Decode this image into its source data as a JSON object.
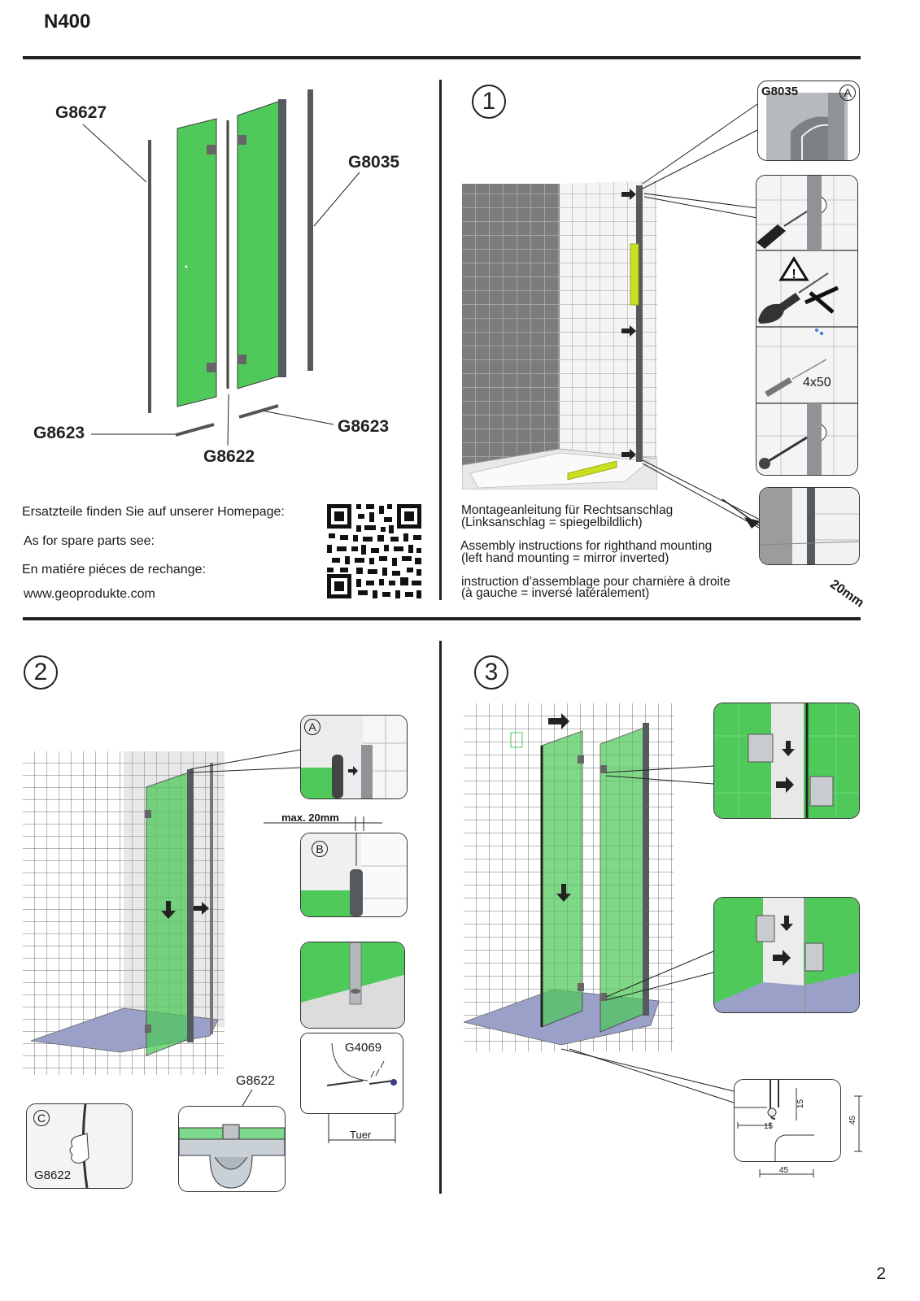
{
  "header": {
    "model": "N400"
  },
  "parts": {
    "g8627": "G8627",
    "g8035": "G8035",
    "g8623_left": "G8623",
    "g8623_right": "G8623",
    "g8622": "G8622"
  },
  "spare": {
    "de": "Ersatzteile finden Sie auf unserer Homepage:",
    "en": "As for spare parts see:",
    "fr": "En matiére piéces de rechange:",
    "url": "www.geoprodukte.com"
  },
  "step1": {
    "number": "1",
    "detail_a_part": "G8035",
    "detail_a_letter": "A",
    "screw_size": "4x50",
    "gap": "20mm",
    "de_line1": "Montageanleitung für Rechtsanschlag",
    "de_line2": "(Linksanschlag = spiegelbildlich)",
    "en_line1": "Assembly instructions for righthand mounting",
    "en_line2": "(left hand mounting = mirror inverted)",
    "fr_line1": "instruction d’assemblage pour charnière à droite",
    "fr_line2": "(à gauche = inversé latéralement)"
  },
  "step2": {
    "number": "2",
    "detail_a": "A",
    "detail_b": "B",
    "detail_c": "C",
    "max_gap": "max. 20mm",
    "seal_part": "G8622",
    "seal_part_c": "G8622",
    "g4069": "G4069",
    "door_label": "Tuer"
  },
  "step3": {
    "number": "3",
    "dim_15_v": "15",
    "dim_15_h": "15",
    "dim_45_v": "45",
    "dim_45_h": "45"
  },
  "footer": {
    "page": "2"
  },
  "colors": {
    "glass": "#4fc95a",
    "glass_light": "#7fd98a",
    "tray": "#9aa0c8",
    "lime": "#c8e020",
    "profile": "#555a5e"
  }
}
